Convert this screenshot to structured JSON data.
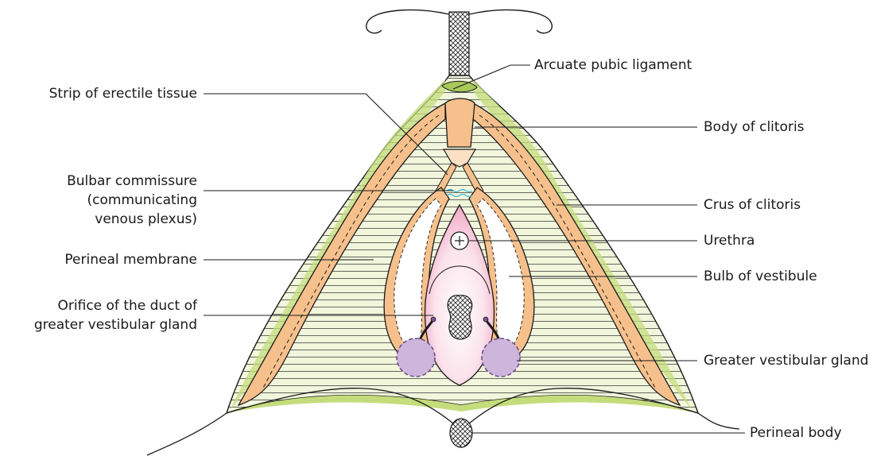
{
  "diagram": {
    "labels_left": {
      "strip": "Strip of erectile tissue",
      "bulbar_1": "Bulbar commissure",
      "bulbar_2": "(communicating",
      "bulbar_3": "venous plexus)",
      "perineal_membrane": "Perineal membrane",
      "orifice_1": "Orifice of the duct of",
      "orifice_2": "greater vestibular gland"
    },
    "labels_right": {
      "arcuate": "Arcuate pubic ligament",
      "body_clitoris": "Body of clitoris",
      "crus_clitoris": "Crus of clitoris",
      "urethra": "Urethra",
      "bulb_vestibule": "Bulb of vestibule",
      "greater_gland": "Greater vestibular gland",
      "perineal_body": "Perineal body"
    },
    "colors": {
      "membrane": "#d9e8a6",
      "erectile": "#f6c08c",
      "erectile_dark": "#e9955a",
      "vestibule": "#f5b9cf",
      "gland": "#cdb5db",
      "commissure": "#3fb6d8",
      "line": "#1a1a1a"
    }
  }
}
